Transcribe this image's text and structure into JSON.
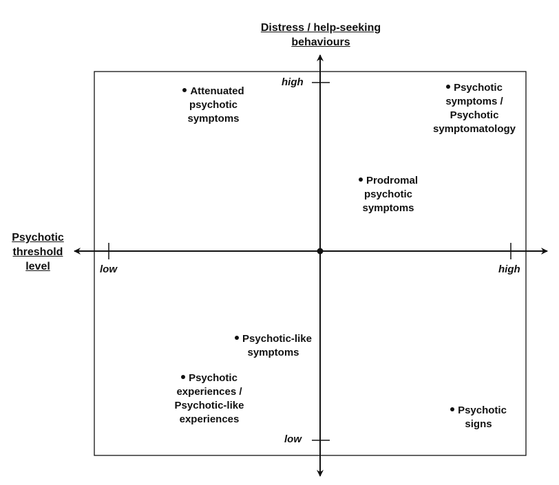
{
  "axes": {
    "vertical_title_lines": [
      "Distress / help-seeking",
      "behaviours"
    ],
    "horizontal_title_lines": [
      "Psychotic",
      "threshold",
      "level"
    ],
    "vertical_high": "high",
    "vertical_low": "low",
    "horizontal_low": "low",
    "horizontal_high": "high"
  },
  "terms": [
    {
      "id": "attenuated",
      "lines": [
        "Attenuated",
        "psychotic",
        "symptoms"
      ]
    },
    {
      "id": "psychotic-symptoms",
      "lines": [
        "Psychotic",
        "symptoms /",
        "Psychotic",
        "symptomatology"
      ]
    },
    {
      "id": "prodromal",
      "lines": [
        "Prodromal",
        "psychotic",
        "symptoms"
      ]
    },
    {
      "id": "psychotic-like-symptoms",
      "lines": [
        "Psychotic-like",
        "symptoms"
      ]
    },
    {
      "id": "psychotic-experiences",
      "lines": [
        "Psychotic",
        "experiences /",
        "Psychotic-like",
        "experiences"
      ]
    },
    {
      "id": "psychotic-signs",
      "lines": [
        "Psychotic",
        "signs"
      ]
    }
  ]
}
